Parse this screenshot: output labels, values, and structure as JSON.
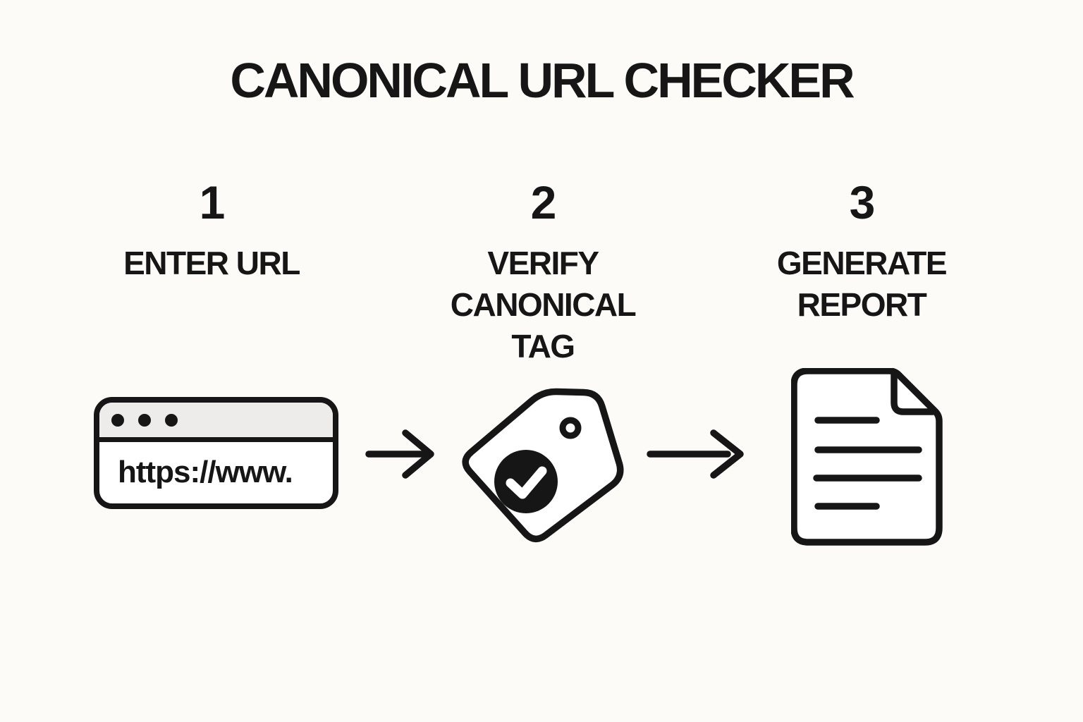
{
  "title": "CANONICAL URL CHECKER",
  "colors": {
    "background": "#fcfbf8",
    "ink": "#161616",
    "browser_header": "#edecea"
  },
  "steps": [
    {
      "number": "1",
      "label": "ENTER URL",
      "icon": "browser-window-icon"
    },
    {
      "number": "2",
      "label": "VERIFY CANONICAL TAG",
      "icon": "tag-check-icon"
    },
    {
      "number": "3",
      "label": "GENERATE REPORT",
      "icon": "report-document-icon"
    }
  ],
  "browser_icon": {
    "url_text": "https://www."
  },
  "arrows": [
    {
      "name": "right-arrow-icon"
    },
    {
      "name": "right-arrow-icon"
    }
  ]
}
